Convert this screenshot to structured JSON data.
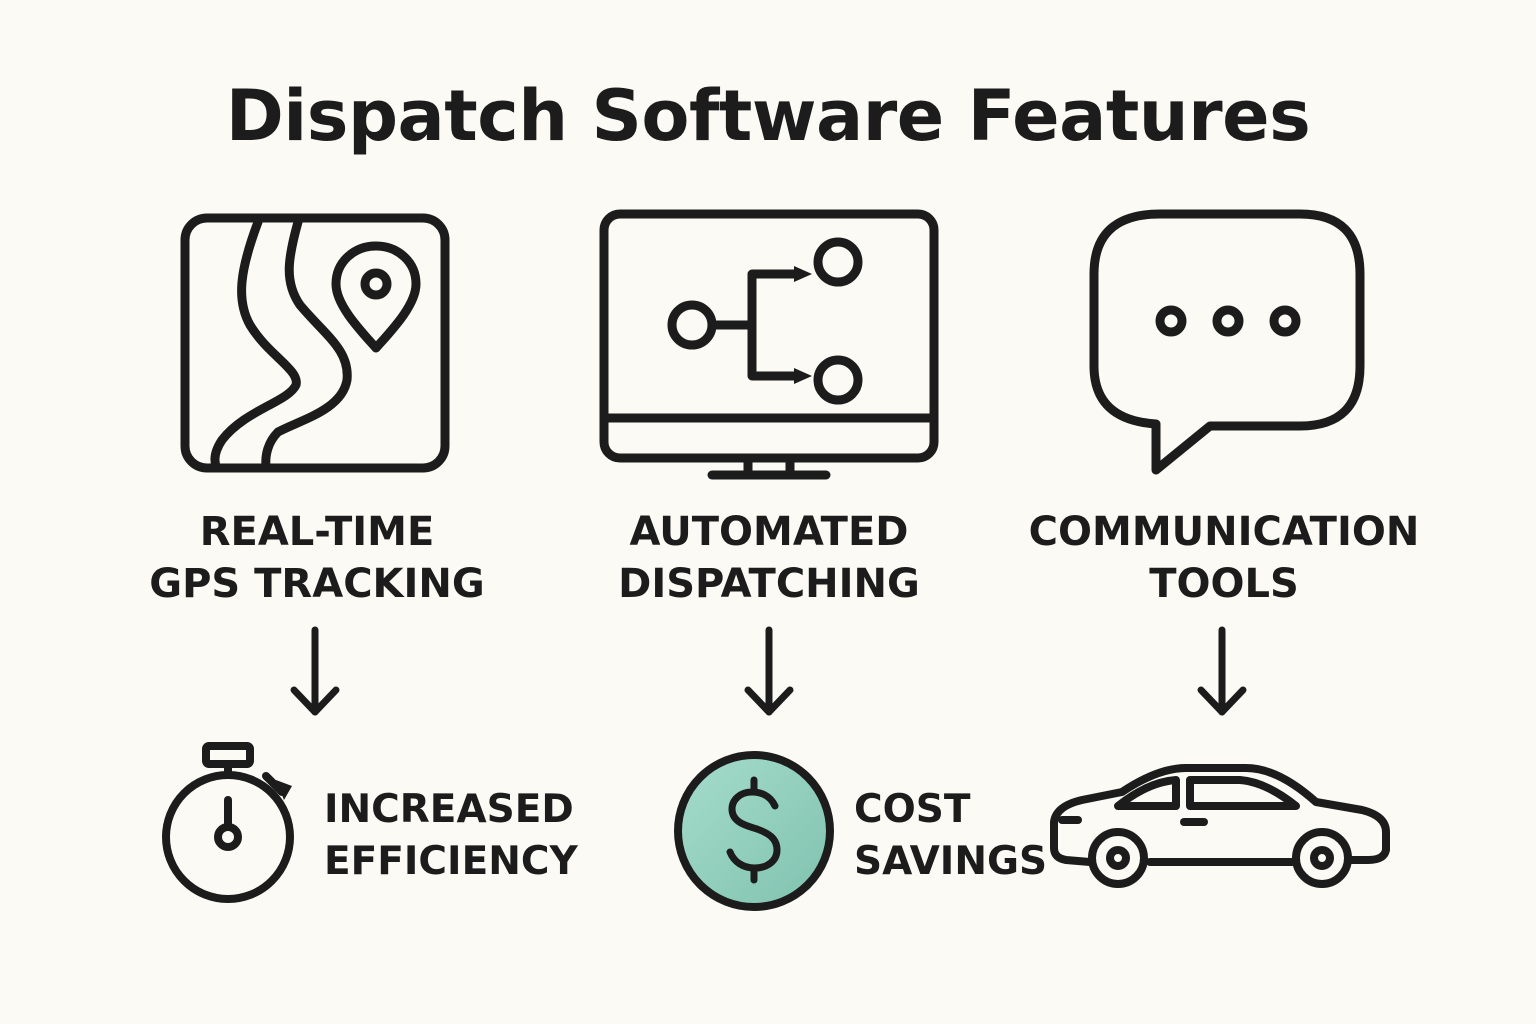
{
  "title": "Dispatch Software Features",
  "colors": {
    "background": "#fbfaf5",
    "ink": "#1c1c1c",
    "accent": "#8ecfbd"
  },
  "features": [
    {
      "icon": "map-pin-icon",
      "label_lines": [
        "REAL-TIME",
        "GPS TRACKING"
      ]
    },
    {
      "icon": "monitor-flow-icon",
      "label_lines": [
        "AUTOMATED",
        "DISPATCHING"
      ]
    },
    {
      "icon": "chat-bubble-icon",
      "label_lines": [
        "COMMUNICATION",
        "TOOLS"
      ]
    }
  ],
  "benefits": [
    {
      "icon": "stopwatch-icon",
      "label_lines": [
        "INCREASED",
        "EFFICIENCY"
      ]
    },
    {
      "icon": "dollar-coin-icon",
      "label_lines": [
        "COST",
        "SAVINGS"
      ]
    },
    {
      "icon": "car-icon",
      "label_lines": []
    }
  ]
}
